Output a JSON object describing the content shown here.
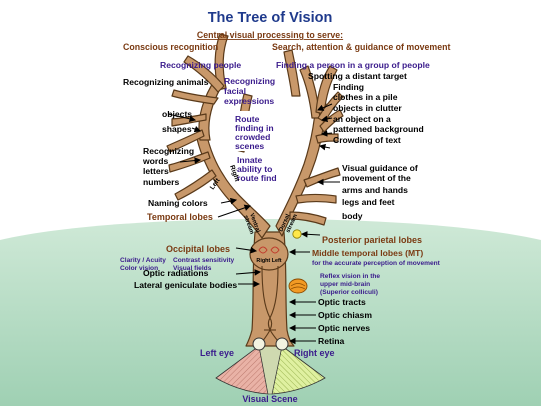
{
  "title": "The Tree of Vision",
  "header": {
    "central": "Central visual processing to serve:",
    "conscious": "Conscious recognition",
    "search": "Search, attention & guidance of movement"
  },
  "left_labels": {
    "recognizing_people": "Recognizing people",
    "recognizing_animals": "Recognizing animals",
    "facial": [
      "Recognizing",
      "facial",
      "expressions"
    ],
    "objects": "objects",
    "shapes": "shapes",
    "words_group": [
      "Recognizing",
      "words",
      "letters",
      "numbers"
    ],
    "naming_colors": "Naming colors",
    "route": [
      "Route",
      "finding in",
      "crowded",
      "scenes"
    ],
    "innate": [
      "Innate",
      "ability to",
      "route find"
    ],
    "temporal_lobes": "Temporal lobes"
  },
  "right_labels": {
    "finding_person": "Finding a person in a group of people",
    "spotting": "Spotting a distant target",
    "finding_clothes": [
      "Finding",
      "clothes in a pile"
    ],
    "objects_clutter": "objects in clutter",
    "object_patterned": [
      "an object on a",
      "patterned background"
    ],
    "crowding": "Crowding of text",
    "visual_guidance": [
      "Visual guidance of",
      "movement of the"
    ],
    "arms_hands": "arms and hands",
    "legs_feet": "legs and feet",
    "body": "body",
    "posterior_parietal": "Posterior parietal lobes"
  },
  "trunk_labels": {
    "left": "Left",
    "right": "Right",
    "ventral_stream": [
      "Ventral",
      "stream"
    ],
    "dorsal_stream": [
      "Dorsal",
      "stream"
    ],
    "right_left": "Right Left"
  },
  "lower_labels": {
    "occipital": "Occipital lobes",
    "clarity": "Clarity / Acuity",
    "color_vision": "Color vision",
    "contrast": "Contrast sensitivity",
    "visual_fields": "Visual fields",
    "middle_temporal": "Middle temporal lobes (MT)",
    "accurate": "for the accurate perception of movement",
    "reflex": [
      "Reflex vision in the",
      "upper mid-brain",
      "(Superior colliculi)"
    ],
    "optic_radiations": "Optic radiations",
    "lgb": "Lateral geniculate bodies",
    "optic_tracts": "Optic tracts",
    "optic_chiasm": "Optic chiasm",
    "optic_nerves": "Optic nerves",
    "retina": "Retina",
    "left_eye": "Left eye",
    "right_eye": "Right eye",
    "visual_scene": "Visual Scene"
  },
  "colors": {
    "title": "#1f3a8c",
    "brown_text": "#7a3a12",
    "blue_text": "#3a1b8c",
    "trunk": "#c8986a",
    "trunk_outline": "#5a3a1a",
    "sky": "#ffffff",
    "ground": "#b6dcc6"
  }
}
